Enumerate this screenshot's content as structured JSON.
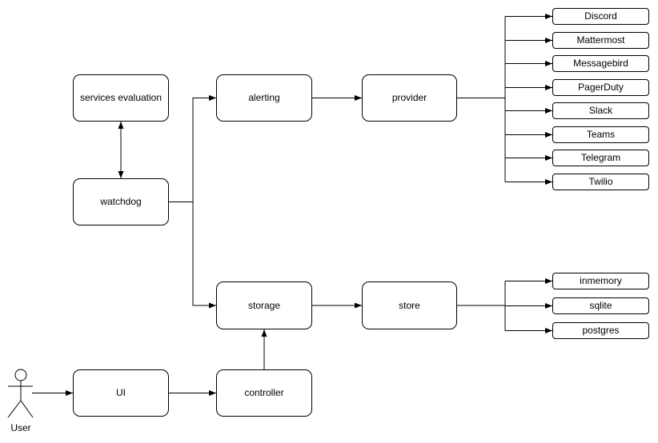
{
  "nodes": {
    "services_evaluation": "services evaluation",
    "watchdog": "watchdog",
    "alerting": "alerting",
    "provider": "provider",
    "storage": "storage",
    "store": "store",
    "ui": "UI",
    "controller": "controller"
  },
  "actor": {
    "label": "User"
  },
  "providers": [
    "Discord",
    "Mattermost",
    "Messagebird",
    "PagerDuty",
    "Slack",
    "Teams",
    "Telegram",
    "Twilio"
  ],
  "stores": [
    "inmemory",
    "sqlite",
    "postgres"
  ],
  "colors": {
    "stroke": "#000000",
    "background": "#ffffff",
    "text": "#000000"
  }
}
